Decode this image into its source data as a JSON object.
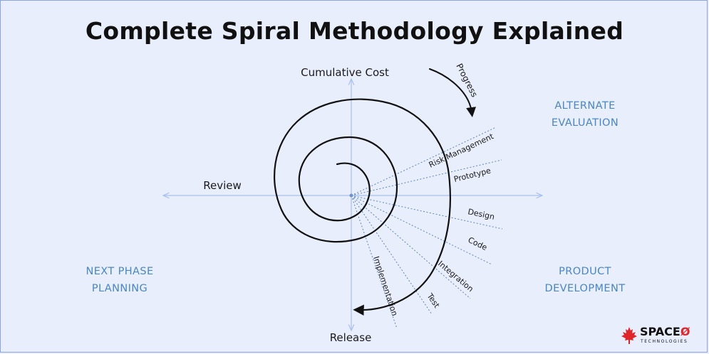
{
  "title": "Complete Spiral Methodology Explained",
  "axes": {
    "top": "Cumulative Cost",
    "left": "Review",
    "bottom": "Release"
  },
  "progress_label": "Progress",
  "quadrants": {
    "top_right": [
      "ALTERNATE",
      "EVALUATION"
    ],
    "bottom_left": [
      "NEXT PHASE",
      "PLANNING"
    ],
    "bottom_right": [
      "PRODUCT",
      "DEVELOPMENT"
    ]
  },
  "phases": [
    "Risk Management",
    "Prototype",
    "Design",
    "Code",
    "Integration",
    "Test",
    "Implementation"
  ],
  "logo": {
    "name": "SPACE",
    "suffix": "Ø",
    "sub": "TECHNOLOGIES"
  },
  "colors": {
    "background": "#e9eefc",
    "quadrant_text": "#4a86c5",
    "axis": "#a9c0f2",
    "guide_lines": "#5a86c2",
    "maple_leaf": "#e0252b"
  }
}
